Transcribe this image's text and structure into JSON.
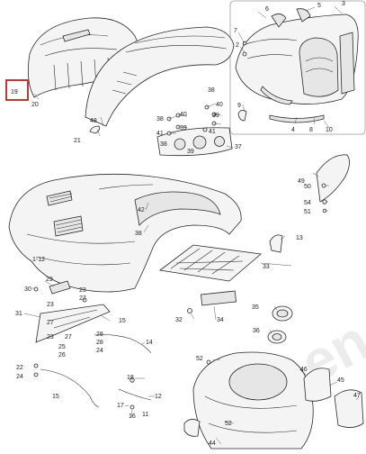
{
  "diagram": {
    "highlight_color": "#c0392b",
    "watermark_text": "Green",
    "highlighted_callout": "19",
    "callouts": {
      "c19": "19",
      "c20": "20",
      "c48": "48",
      "c21": "21",
      "c1_12": "1-12",
      "c6": "6",
      "c5": "5",
      "c3": "3",
      "c7": "7",
      "c2": "2",
      "c9": "9",
      "c4": "4",
      "c8": "8",
      "c10": "10",
      "c38a": "38",
      "c40a": "40",
      "c39a": "39",
      "c41a": "41",
      "c38b": "38",
      "c40b": "40",
      "c39b": "39",
      "c41b": "41",
      "c38c": "38",
      "c39c": "39",
      "c37": "37",
      "c42": "42",
      "c38d": "38",
      "c13": "13",
      "c49": "49",
      "c50": "50",
      "c54": "54",
      "c51": "51",
      "c33": "33",
      "c29": "29",
      "c30": "30",
      "c23a": "23",
      "c27a": "27",
      "c31": "31",
      "c23b": "23",
      "c27b": "27",
      "c15a": "15",
      "c23c": "23",
      "c27c": "27",
      "c28a": "28",
      "c28b": "28",
      "c24a": "24",
      "c25": "25",
      "c26": "26",
      "c22": "22",
      "c24b": "24",
      "c14": "14",
      "c15b": "15",
      "c18": "18",
      "c12": "12",
      "c17": "17",
      "c11": "11",
      "c16": "16",
      "c32": "32",
      "c34": "34",
      "c35": "35",
      "c36": "36",
      "c52a": "52",
      "c52b": "52",
      "c44": "44",
      "c46": "46",
      "c45": "45",
      "c47": "47"
    }
  }
}
